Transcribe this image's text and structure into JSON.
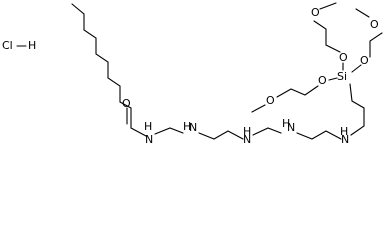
{
  "structure": {
    "salt": {
      "cl": "Cl",
      "h": "H"
    },
    "atoms": {
      "carbonyl_o": "O",
      "nh_amide": "H",
      "n_amide": "N",
      "nh1": "H",
      "n1": "N",
      "nh2": "H",
      "n2": "N",
      "nh3": "H",
      "n3": "N",
      "nh4": "H",
      "n4": "N",
      "o_top1": "O",
      "o_top2": "O",
      "o_si1": "O",
      "o_si2": "O",
      "si": "Si",
      "o_si3": "O",
      "o_left": "O"
    }
  }
}
